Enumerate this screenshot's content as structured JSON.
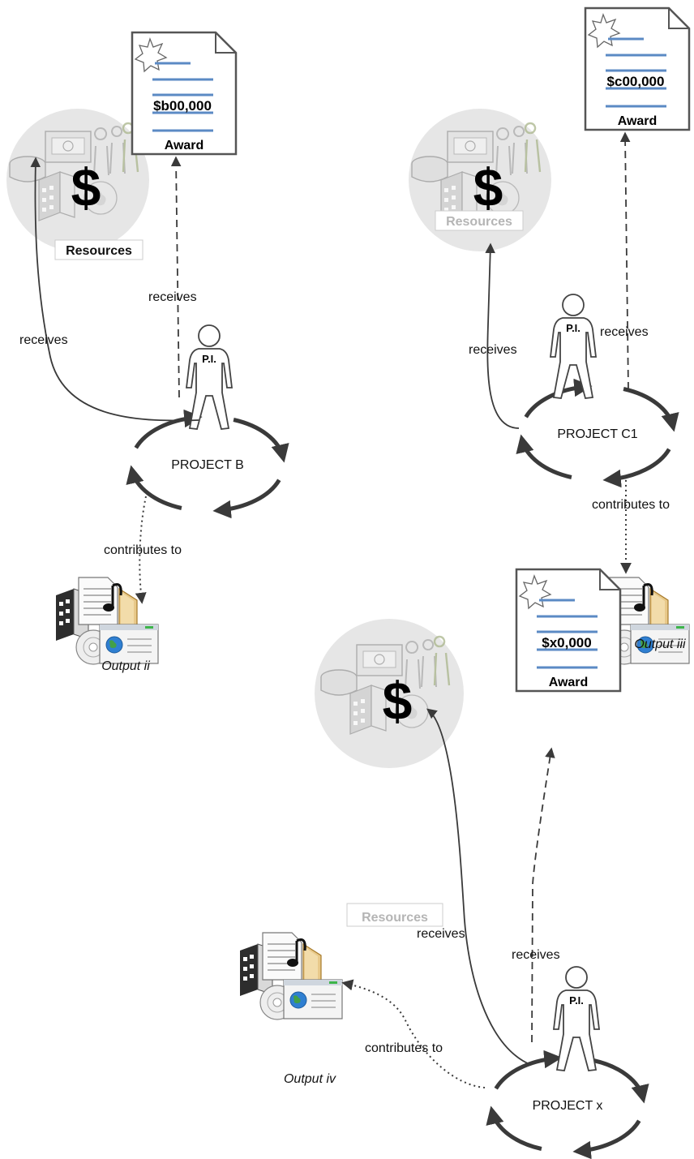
{
  "groups": [
    {
      "project": "PROJECT B",
      "pi": "P.I.",
      "award": {
        "amount": "$b00,000",
        "label": "Award"
      },
      "resources": {
        "symbol": "$",
        "label": "Resources"
      },
      "output": "Output ii",
      "edges": {
        "resources": "receives",
        "award": "receives",
        "output": "contributes to"
      }
    },
    {
      "project": "PROJECT C1",
      "pi": "P.I.",
      "award": {
        "amount": "$c00,000",
        "label": "Award"
      },
      "resources": {
        "symbol": "$",
        "label": "Resources"
      },
      "output": "Output iii",
      "edges": {
        "resources": "receives",
        "award": "receives",
        "output": "contributes to"
      }
    },
    {
      "project": "PROJECT x",
      "pi": "P.I.",
      "award": {
        "amount": "$x0,000",
        "label": "Award"
      },
      "resources": {
        "symbol": "$",
        "label": "Resources"
      },
      "output": "Output iv",
      "edges": {
        "resources": "receives",
        "award": "receives",
        "output": "contributes to"
      }
    }
  ],
  "colors": {
    "arrow": "#3a3a3a",
    "award_lines": "#5b8ac4",
    "resource_circle": "#e6e6e6",
    "faded": "#b5b5b5"
  }
}
